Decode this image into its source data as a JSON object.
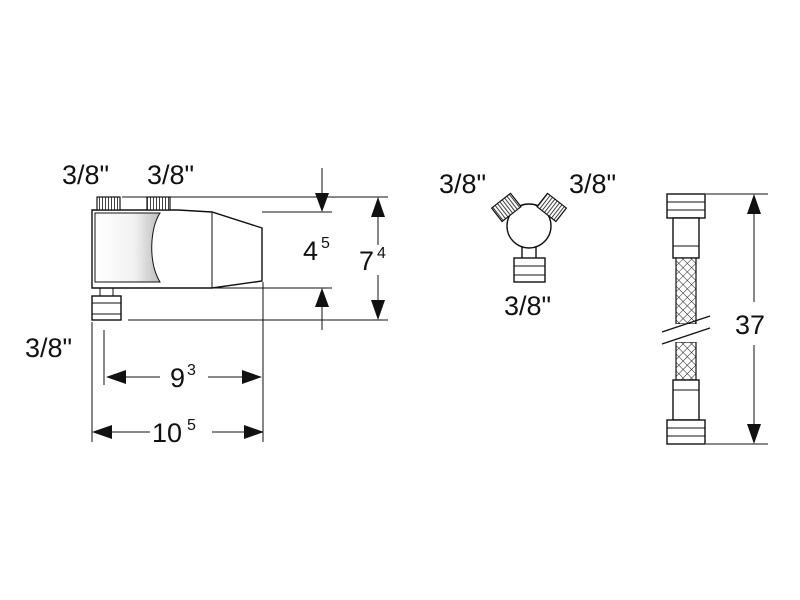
{
  "labels": {
    "thread_top_left": "3/8\"",
    "thread_top_right": "3/8\"",
    "thread_bottom": "3/8\"",
    "y_left": "3/8\"",
    "y_right": "3/8\"",
    "y_bottom": "3/8\"",
    "hose_length": "37"
  },
  "dimensions": {
    "width_inner": {
      "main": "9",
      "sup": "3"
    },
    "width_outer": {
      "main": "10",
      "sup": "5"
    },
    "height_inner": {
      "main": "4",
      "sup": "5"
    },
    "height_outer": {
      "main": "7",
      "sup": "4"
    }
  }
}
